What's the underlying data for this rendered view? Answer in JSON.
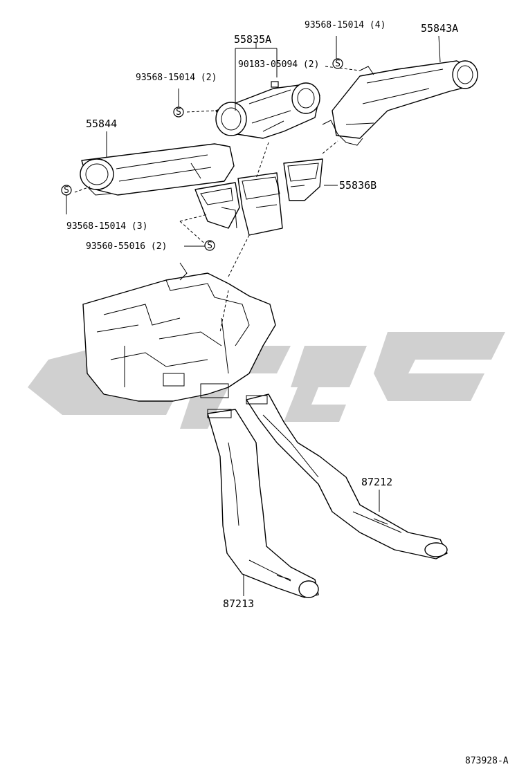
{
  "parts": {
    "p55835A": "55835A",
    "p90183": "90183-05094 (2)",
    "p93568_2": "93568-15014 (2)",
    "p93568_4": "93568-15014 (4)",
    "p55843A": "55843A",
    "p55844": "55844",
    "p93568_3": "93568-15014 (3)",
    "p55836B": "55836B",
    "p93560": "93560-55016 (2)",
    "p87212": "87212",
    "p87213": "87213"
  },
  "clip_symbol": "S",
  "diagram_id": "873928-A"
}
